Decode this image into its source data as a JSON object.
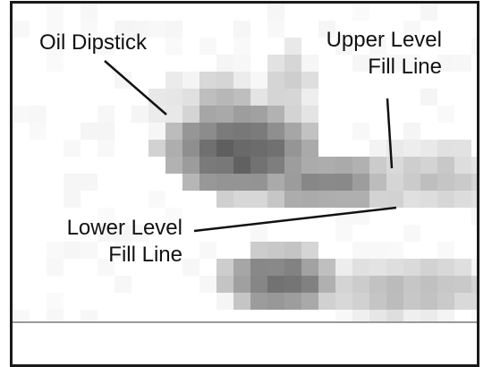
{
  "labels": {
    "oil_dipstick": "Oil Dipstick",
    "upper_level": [
      "Upper Level",
      "Fill Line"
    ],
    "lower_level": [
      "Lower Level",
      "Fill Line"
    ]
  },
  "colors": {
    "frame": "#1a1a1a",
    "leader": "#111111",
    "pixel_dark": "#5a5a5a",
    "pixel_light": "#ececec"
  }
}
